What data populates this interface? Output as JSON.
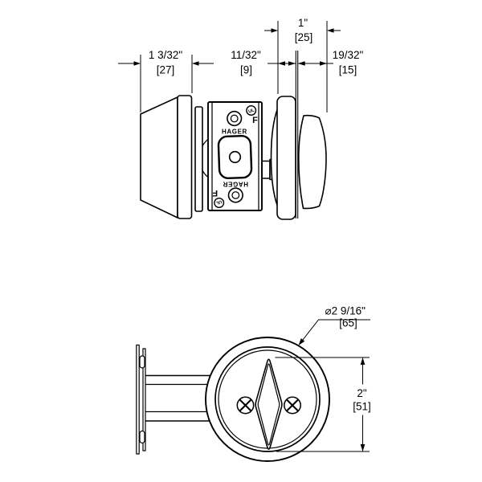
{
  "top_view": {
    "dim_thumbturn_projection": {
      "inch": "1 3/32\"",
      "mm": "[27]"
    },
    "dim_rose_thickness": {
      "inch": "11/32\"",
      "mm": "[9]"
    },
    "dim_overall_projection": {
      "inch": "1\"",
      "mm": "[25]"
    },
    "dim_cylinder_projection": {
      "inch": "19/32\"",
      "mm": "[15]"
    },
    "labels": {
      "brand_top": "HAGER",
      "brand_bottom": "HAGER",
      "ul_top": "UL",
      "ul_bottom": "UL",
      "fire_top": "F",
      "fire_bottom": "F"
    }
  },
  "front_view": {
    "dim_rose_diameter": {
      "inch": "⌀2 9/16\"",
      "mm": "[65]"
    },
    "dim_thumbturn_height": {
      "inch": "2\"",
      "mm": "[51]"
    }
  }
}
